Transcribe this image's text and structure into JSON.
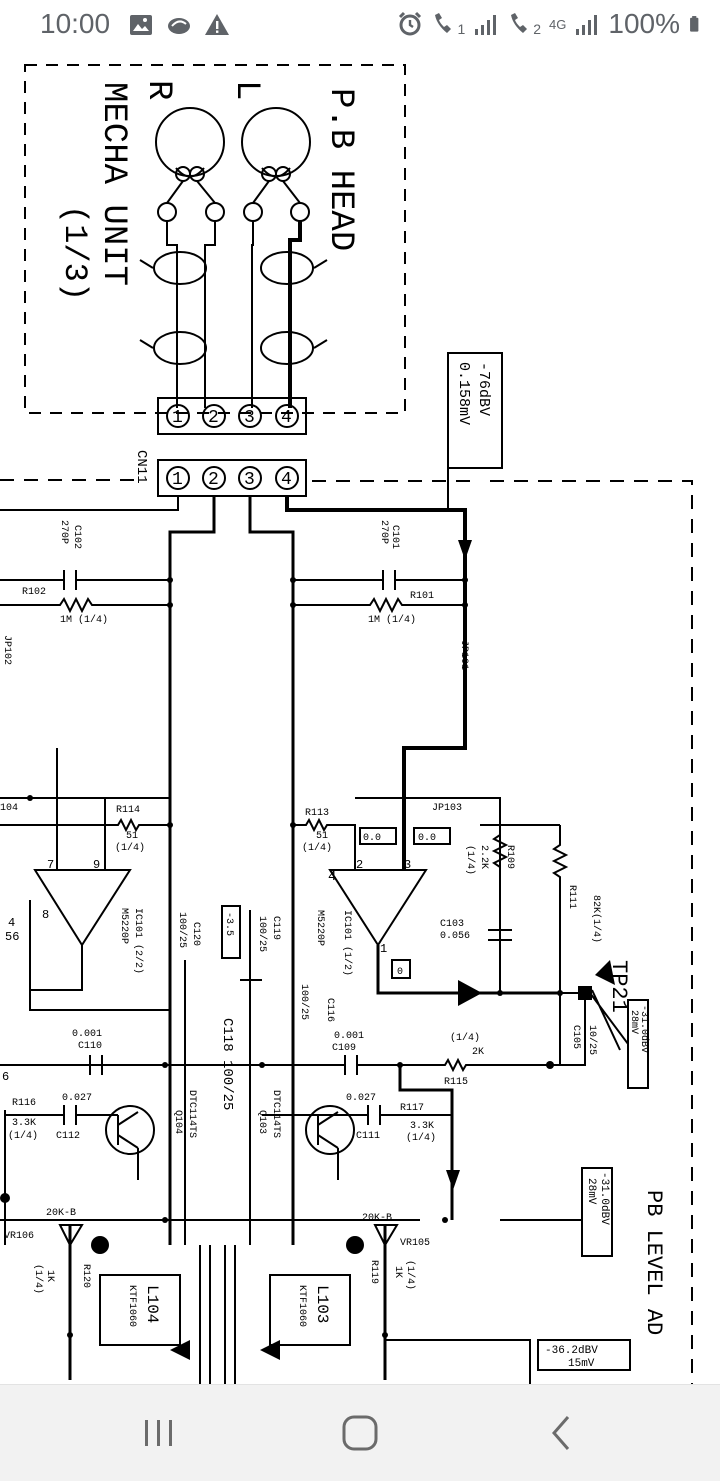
{
  "status_bar": {
    "time": "10:00",
    "battery": "100%",
    "sim1_label": "1",
    "sim2_label": "2",
    "network": "4G",
    "left_icons": [
      "image-icon",
      "cloud-icon",
      "warning-icon"
    ],
    "right_icons": [
      "alarm-icon",
      "wifi-call-icon",
      "signal-icon",
      "battery-icon"
    ]
  },
  "schematic": {
    "head_box": {
      "title": "P.B HEAD",
      "unit_line1": "MECHA UNIT",
      "unit_line2": "(1/3)",
      "left_channel": "L",
      "right_channel": "R"
    },
    "connector_top_pins": [
      "1",
      "2",
      "3",
      "4"
    ],
    "connector": {
      "name": "CN11",
      "pins": [
        "1",
        "2",
        "3",
        "4"
      ]
    },
    "level_boxes": {
      "head_level": [
        "-76dBV",
        "0.158mV"
      ],
      "tp21_level": [
        "-31.0dBV",
        "28mV"
      ],
      "mid_level": [
        "-31.0dBV",
        "28mV"
      ],
      "bottom_level": [
        "-36.2dBV",
        "15mV"
      ]
    },
    "pb_level_label": "PB LEVEL AD",
    "tp_label": "TP21",
    "components": {
      "c101": [
        "C101",
        "270P"
      ],
      "c102": [
        "C102",
        "270P"
      ],
      "r101": [
        "R101",
        "1M (1/4)"
      ],
      "r102": [
        "R102",
        "1M (1/4)"
      ],
      "jp101": "JP101",
      "jp102": "JP102",
      "jp103": "JP103",
      "r113": [
        "R113",
        "51",
        "(1/4)"
      ],
      "r114": [
        "R114",
        "51",
        "(1/4)"
      ],
      "r104": "104",
      "r109": [
        "R109",
        "2.2K",
        "(1/4)"
      ],
      "r111": [
        "R111",
        "82K(1/4)"
      ],
      "r115": [
        "(1/4)",
        "2K",
        "R115"
      ],
      "c103": [
        "C103",
        "0.056"
      ],
      "c105": [
        "C105",
        "10/25"
      ],
      "ic101a": [
        "IC101 (1/2)",
        "M5220P"
      ],
      "ic101b": [
        "IC101 (2/2)",
        "M5220P"
      ],
      "c116": [
        "C116",
        "100/25"
      ],
      "c118": "C118 100/25",
      "c119": [
        "C119",
        "100/25"
      ],
      "c120": [
        "C120",
        "100/25"
      ],
      "c109": [
        "0.001",
        "C109"
      ],
      "c110": [
        "0.001",
        "C110"
      ],
      "c111": [
        "0.027",
        "C111"
      ],
      "c112": [
        "0.027",
        "C112"
      ],
      "r116": [
        "R116",
        "3.3K",
        "(1/4)"
      ],
      "r117": [
        "R117",
        "3.3K",
        "(1/4)"
      ],
      "q103": [
        "DTC114TS",
        "Q103"
      ],
      "q104": [
        "DTC114TS",
        "Q104"
      ],
      "vr105": [
        "20K-B",
        "VR105"
      ],
      "vr106": [
        "20K-B",
        "VR106"
      ],
      "r119": [
        "R119",
        "1K",
        "(1/4)"
      ],
      "r120": [
        "R120",
        "1K",
        "(1/4)"
      ],
      "l103": [
        "L103",
        "KTF1060"
      ],
      "l104": [
        "L104",
        "KTF1060"
      ],
      "box_values": [
        "0.0",
        "0.0",
        "0",
        "-3.5"
      ],
      "fragment_labels": [
        "4",
        "56",
        "6",
        "4",
        "1",
        "2",
        "3",
        "9",
        "7",
        "8"
      ]
    }
  }
}
